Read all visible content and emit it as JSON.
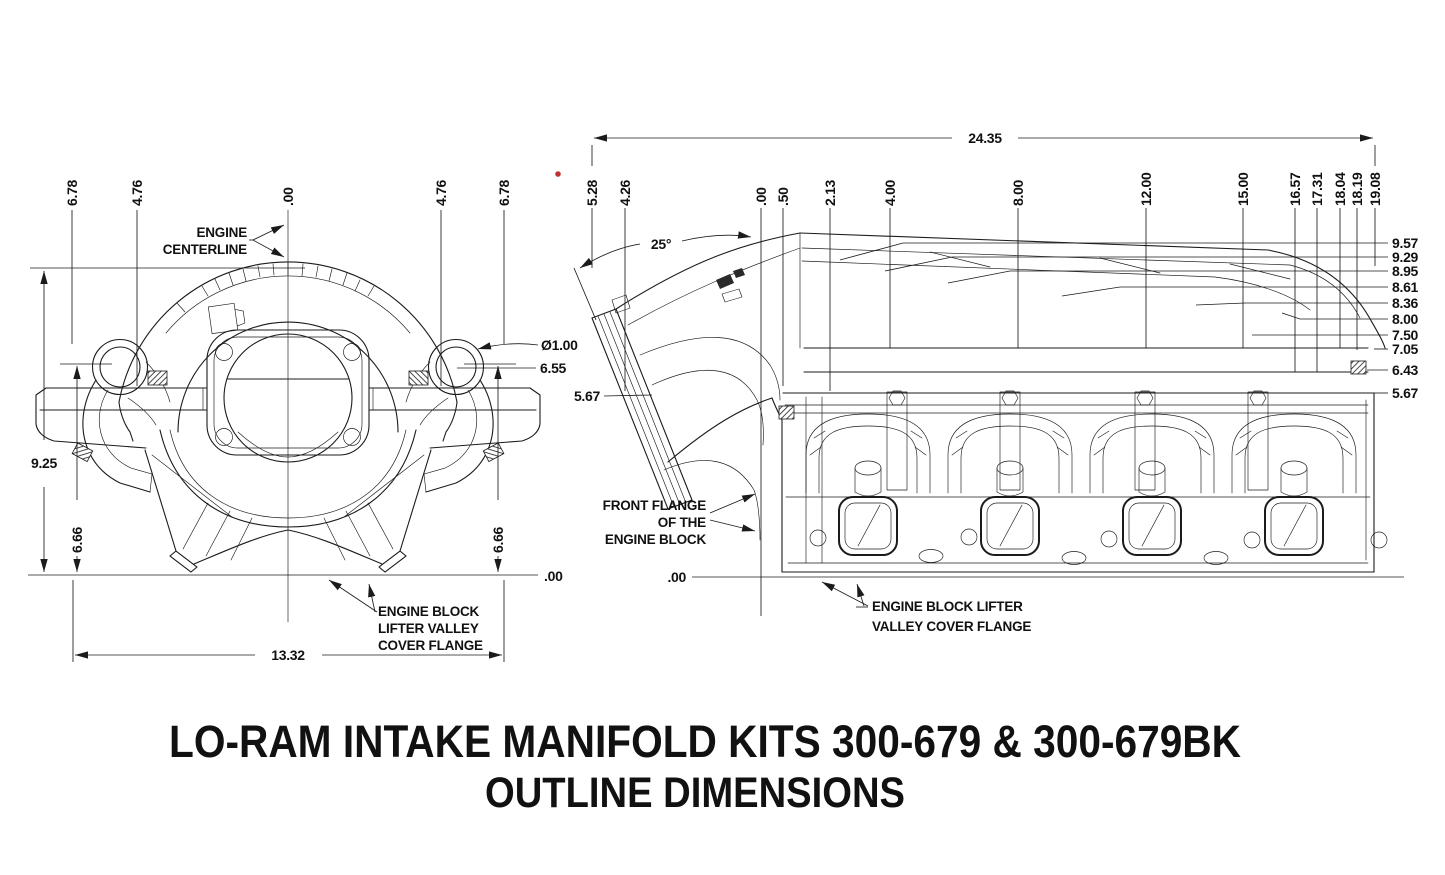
{
  "title": {
    "line1": "LO-RAM INTAKE MANIFOLD KITS 300-679 & 300-679BK",
    "line2": "OUTLINE DIMENSIONS"
  },
  "front_view": {
    "top_dims": [
      "6.78",
      "4.76",
      ".00",
      "4.76",
      "6.78"
    ],
    "height_dim": "9.25",
    "flange_height_left": "6.66",
    "flange_height_right": "6.66",
    "width_dim": "13.32",
    "baseline_dim": ".00",
    "hole_diameter": "Ø1.00",
    "hole_center_height": "6.55",
    "centerline_label": {
      "line1": "ENGINE",
      "line2": "CENTERLINE"
    },
    "lifter_valley_label": {
      "line1": "ENGINE BLOCK",
      "line2": "LIFTER VALLEY",
      "line3": "COVER FLANGE"
    }
  },
  "side_view": {
    "overall_width_dim": "24.35",
    "runner_angle_dim": "25°",
    "top_dims": [
      "5.28",
      "4.26",
      ".00",
      ".50",
      "2.13",
      "4.00",
      "8.00",
      "12.00",
      "15.00",
      "16.57",
      "17.31",
      "18.04",
      "18.19",
      "19.08"
    ],
    "right_dims": [
      "9.57",
      "9.29",
      "8.95",
      "8.61",
      "8.36",
      "8.00",
      "7.50",
      "7.05",
      "6.43",
      "5.67"
    ],
    "flange_height_dim": "5.67",
    "baseline_dim": ".00",
    "front_flange_label": {
      "line1": "FRONT FLANGE",
      "line2": "OF THE",
      "line3": "ENGINE BLOCK"
    },
    "lifter_valley_label": {
      "line1": "ENGINE BLOCK LIFTER",
      "line2": "VALLEY COVER FLANGE"
    }
  }
}
